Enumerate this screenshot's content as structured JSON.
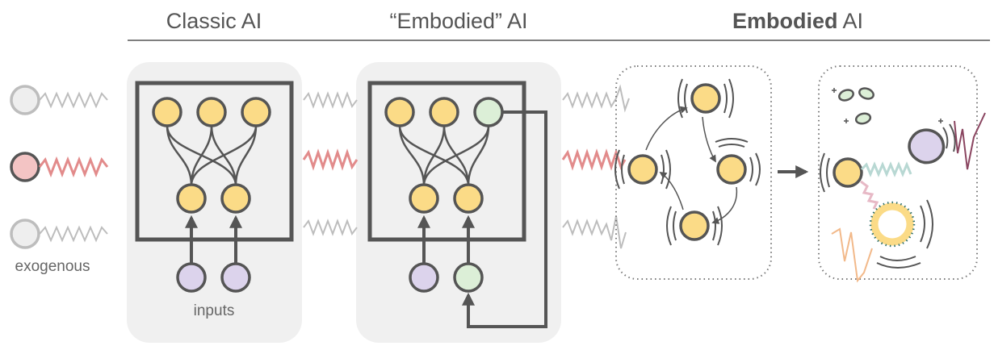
{
  "headers": {
    "classic": "Classic AI",
    "quoted_embodied": "“Embodied” AI",
    "embodied_bold": "Embodied",
    "embodied_suffix": " AI"
  },
  "labels": {
    "exogenous": "exogenous",
    "inputs": "inputs"
  },
  "colors": {
    "node_yellow": "#fbdb87",
    "node_purple": "#dcd3ec",
    "node_green": "#dcefd7",
    "node_pink": "#f3c4c4",
    "node_gray": "#eeeeee",
    "stroke_dark": "#555555",
    "signal_red": "#e28b8b",
    "signal_gray": "#bdbdbd",
    "panel_bg": "#f0f0f0"
  }
}
